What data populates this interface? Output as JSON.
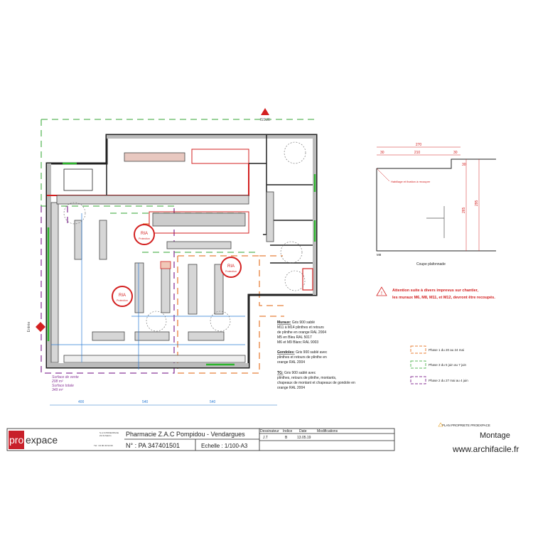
{
  "plan": {
    "exit_top": "ISSUE",
    "entrance": "Entrée",
    "ria_label": "RIA",
    "ria_sub": "Protection",
    "surface": [
      "Surface de vente",
      "208 m²",
      "Surface totale",
      "349 m²"
    ],
    "dimensions_bottom": [
      "400",
      "540",
      "540"
    ]
  },
  "section": {
    "dims": [
      "270",
      "30",
      "210",
      "30",
      "30",
      "265",
      "295"
    ],
    "caption": "Coupe plafonnade",
    "note": "Habillage et fixation à recouper",
    "wall": "M8"
  },
  "warning": {
    "line1": "Attention suite à divers imprevus sur chantier,",
    "line2": "les muraux M6, M8, M11, et M12, devront être recoupés."
  },
  "notes": {
    "muraux_title": "Muraux:",
    "muraux": [
      "Gris 900 sablé",
      "M11 à M14 plinthes et retours",
      "de plinthe en orange RAL 2004",
      "M5 en Bleu RAL 5017",
      "M6 et M9 Blanc RAL 9003"
    ],
    "gondoles_title": "Gondoles:",
    "gondoles": [
      "Gris 900 sablé avec",
      "plinthes et retours de plinthe en",
      "orange RAL 2004"
    ],
    "tg_title": "TG:",
    "tg": [
      "Gris 900 sablé avec",
      "plinthes, retours de plinthe, montants,",
      "chapeaux de montant et chapeaux de gondole en",
      "orange RAL 2004"
    ]
  },
  "legend": [
    {
      "label": "Phase 1 du 20 au 24 mai",
      "color": "#e8803a"
    },
    {
      "label": "Phase 3 du 5 juin au 7 juin",
      "color": "#5cb85c"
    },
    {
      "label": "Phase 2 du 27 mai au 4 juin",
      "color": "#8b3a9a"
    }
  ],
  "title_block": {
    "logo_pro": "pro",
    "logo_rest": "expace",
    "company": "S.A.S PROEXPACE",
    "address": "ZA St Martin",
    "phone": "Tél : 04 90 33 62 00",
    "project": "Pharmacie Z.A.C Pompidou - Vendargues",
    "number": "N° : PA 347401501",
    "scale": "Echelle : 1/100-A3",
    "col_designer": "Dessinateur",
    "col_index": "Indice",
    "col_date": "Date",
    "col_mod": "Modifications",
    "row_designer": "J.T",
    "row_index": "B",
    "row_date": "13.05.19",
    "property": "PLAN PROPRIETE PROEXPACE",
    "label": "Montage",
    "watermark": "www.archifacile.fr"
  },
  "colors": {
    "wall": "#222222",
    "red": "#d32020",
    "blue": "#2a7bd4",
    "green": "#2db52d",
    "purple": "#8b3a9a",
    "orange": "#e8803a",
    "logo": "#c8202a"
  }
}
